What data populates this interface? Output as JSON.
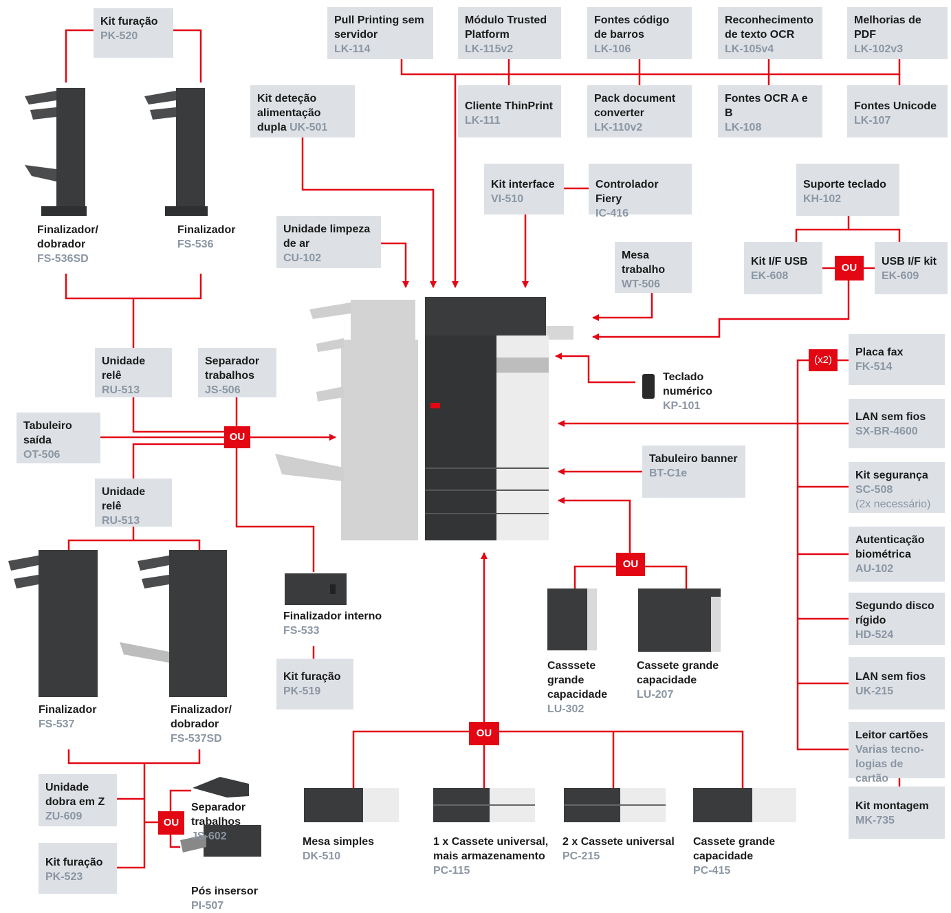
{
  "boxes": [
    {
      "id": "pk520",
      "name": "Kit furação",
      "code": "PK-520"
    },
    {
      "id": "lk114",
      "name": "Pull Printing sem servidor",
      "code": "LK-114"
    },
    {
      "id": "lk115",
      "name": "Módulo Trusted Platform",
      "code": "LK-115v2"
    },
    {
      "id": "lk106",
      "name": "Fontes código de barros",
      "code": "LK-106"
    },
    {
      "id": "lk105",
      "name": "Reconhecimento de texto OCR",
      "code": "LK-105v4"
    },
    {
      "id": "lk102",
      "name": "Melhorias de PDF",
      "code": "LK-102v3"
    },
    {
      "id": "lk111",
      "name": "Cliente ThinPrint",
      "code": "LK-111"
    },
    {
      "id": "lk110",
      "name": "Pack document converter",
      "code": "LK-110v2"
    },
    {
      "id": "lk108",
      "name": "Fontes OCR A e B",
      "code": "LK-108"
    },
    {
      "id": "lk107",
      "name": "Fontes Unicode",
      "code": "LK-107"
    },
    {
      "id": "uk501",
      "name": "Kit deteção alimentação dupla",
      "code": "UK-501"
    },
    {
      "id": "vi510",
      "name": "Kit interface",
      "code": "VI-510"
    },
    {
      "id": "ic416",
      "name": "Controlador Fiery",
      "code": "IC-416"
    },
    {
      "id": "kh102",
      "name": "Suporte teclado",
      "code": "KH-102"
    },
    {
      "id": "cu102",
      "name": "Unidade limpeza de ar",
      "code": "CU-102"
    },
    {
      "id": "wt506",
      "name": "Mesa trabalho",
      "code": "WT-506"
    },
    {
      "id": "ek608",
      "name": "Kit I/F USB",
      "code": "EK-608"
    },
    {
      "id": "ek609",
      "name": "USB I/F kit",
      "code": "EK-609"
    },
    {
      "id": "ru513a",
      "name": "Unidade relê",
      "code": "RU-513"
    },
    {
      "id": "js506",
      "name": "Separador trabalhos",
      "code": "JS-506"
    },
    {
      "id": "ot506",
      "name": "Tabuleiro saída",
      "code": "OT-506"
    },
    {
      "id": "ru513b",
      "name": "Unidade relê",
      "code": "RU-513"
    },
    {
      "id": "fk514",
      "name": "Placa fax",
      "code": "FK-514"
    },
    {
      "id": "sxbr",
      "name": "LAN sem fios",
      "code": "SX-BR-4600"
    },
    {
      "id": "btc1e",
      "name": "Tabuleiro banner",
      "code": "BT-C1e"
    },
    {
      "id": "sc508",
      "name": "Kit segurança",
      "code": "SC-508",
      "extra": "(2x necessário)"
    },
    {
      "id": "au102",
      "name": "Autenticação biométrica",
      "code": "AU-102"
    },
    {
      "id": "hd524",
      "name": "Segundo disco rígido",
      "code": "HD-524"
    },
    {
      "id": "pk519",
      "name": "Kit furação",
      "code": "PK-519"
    },
    {
      "id": "uk215",
      "name": "LAN sem fios",
      "code": "UK-215"
    },
    {
      "id": "card",
      "name": "Leitor cartões",
      "code": "Varias tecno-logias de cartão"
    },
    {
      "id": "zu609",
      "name": "Unidade dobra em Z",
      "code": "ZU-609"
    },
    {
      "id": "mk735",
      "name": "Kit montagem",
      "code": "MK-735"
    },
    {
      "id": "pk523",
      "name": "Kit furação",
      "code": "PK-523"
    }
  ],
  "labels": [
    {
      "id": "fs536sd",
      "name": "Finalizador/ dobrador",
      "code": "FS-536SD"
    },
    {
      "id": "fs536",
      "name": "Finalizador",
      "code": "FS-536"
    },
    {
      "id": "kp101",
      "name": "Teclado numérico",
      "code": "KP-101"
    },
    {
      "id": "fs533",
      "name": "Finalizador interno",
      "code": "FS-533"
    },
    {
      "id": "lu302",
      "name": "Casssete grande capacidade",
      "code": "LU-302"
    },
    {
      "id": "lu207",
      "name": "Cassete grande capacidade",
      "code": "LU-207"
    },
    {
      "id": "fs537",
      "name": "Finalizador",
      "code": "FS-537"
    },
    {
      "id": "fs537sd",
      "name": "Finalizador/ dobrador",
      "code": "FS-537SD"
    },
    {
      "id": "js602",
      "name": "Separador trabalhos",
      "code": "JS-602"
    },
    {
      "id": "pi507",
      "name": "Pós insersor",
      "code": "PI-507"
    },
    {
      "id": "dk510",
      "name": "Mesa simples",
      "code": "DK-510"
    },
    {
      "id": "pc115",
      "name": "1 x Cassete universal, mais armazenamento",
      "code": "PC-115"
    },
    {
      "id": "pc215",
      "name": "2 x Cassete universal",
      "code": "PC-215"
    },
    {
      "id": "pc415",
      "name": "Cassete grande capacidade",
      "code": "PC-415"
    }
  ],
  "or_badges": [
    "OU",
    "OU",
    "OU",
    "OU",
    "OU"
  ],
  "multiplier_badge": "(x2)",
  "colors": {
    "line": "#e30613",
    "box": "#dde1e6",
    "code": "#8b96a3",
    "device_dark": "#3a3b3d",
    "device_light": "#d9d9d9"
  },
  "device_images": [
    "finisher-fs-536sd",
    "finisher-fs-536",
    "mfp-main-unit",
    "finisher-fs-537",
    "finisher-fs-537sd",
    "inner-finisher-fs-533",
    "keypad-kp-101",
    "lcc-lu-302",
    "lcc-lu-207",
    "job-separator-js-602",
    "post-inserter-pi-507",
    "desk-dk-510",
    "cassette-pc-115",
    "cassette-pc-215",
    "cassette-pc-415"
  ]
}
